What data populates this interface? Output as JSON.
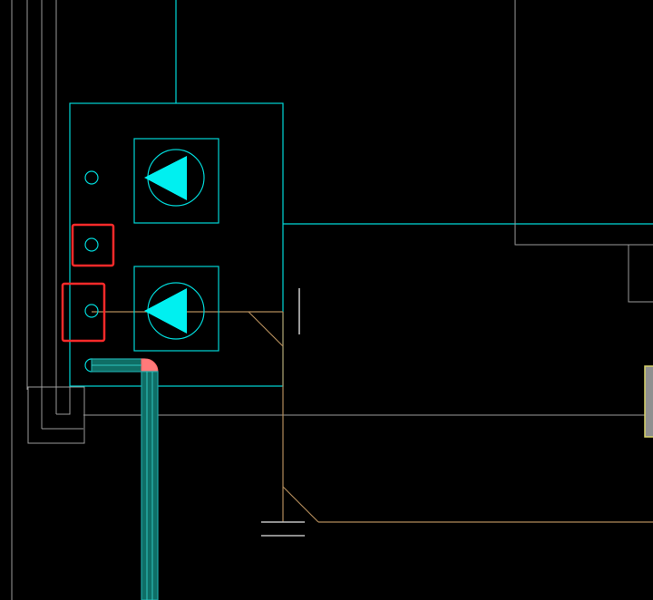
{
  "colors": {
    "background": "#000000",
    "cyan": "#00e0e0",
    "cyan_dim": "#1fa7a7",
    "pipe_fill": "#0f6e66",
    "grey": "#9a9a9a",
    "light_grey": "#bdbdbd",
    "brown": "#b08a5a",
    "yellow": "#d9d46a",
    "highlight": "#ff2a2a",
    "elbow": "#ff6a6a"
  },
  "diagram": {
    "symbols": [
      {
        "id": "pump-upper",
        "type": "pump-icon"
      },
      {
        "id": "pump-lower",
        "type": "pump-icon"
      }
    ],
    "ports": 4,
    "highlighted_ports": 2
  }
}
